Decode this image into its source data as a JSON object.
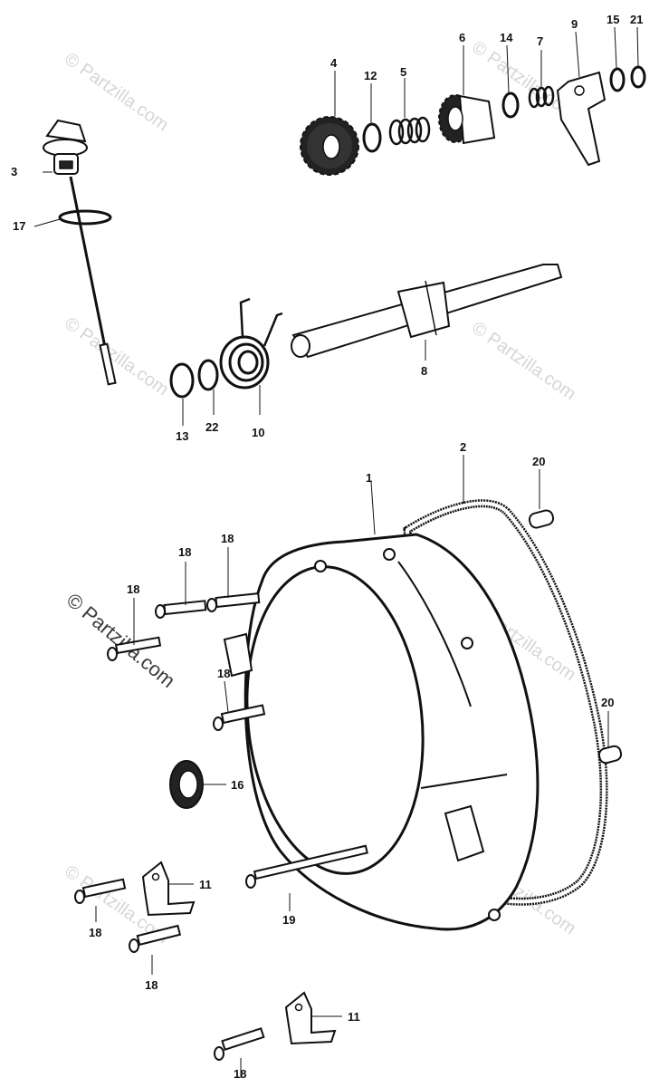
{
  "watermark": {
    "text": "© Partzilla.com"
  },
  "callouts": [
    {
      "id": "c1",
      "label": "1"
    },
    {
      "id": "c2",
      "label": "2"
    },
    {
      "id": "c3",
      "label": "3"
    },
    {
      "id": "c4",
      "label": "4"
    },
    {
      "id": "c5",
      "label": "5"
    },
    {
      "id": "c6",
      "label": "6"
    },
    {
      "id": "c7",
      "label": "7"
    },
    {
      "id": "c8",
      "label": "8"
    },
    {
      "id": "c9",
      "label": "9"
    },
    {
      "id": "c10",
      "label": "10"
    },
    {
      "id": "c11a",
      "label": "11"
    },
    {
      "id": "c11b",
      "label": "11"
    },
    {
      "id": "c12",
      "label": "12"
    },
    {
      "id": "c13",
      "label": "13"
    },
    {
      "id": "c14",
      "label": "14"
    },
    {
      "id": "c15",
      "label": "15"
    },
    {
      "id": "c16",
      "label": "16"
    },
    {
      "id": "c17",
      "label": "17"
    },
    {
      "id": "c18a",
      "label": "18"
    },
    {
      "id": "c18b",
      "label": "18"
    },
    {
      "id": "c18c",
      "label": "18"
    },
    {
      "id": "c18d",
      "label": "18"
    },
    {
      "id": "c18e",
      "label": "18"
    },
    {
      "id": "c18f",
      "label": "18"
    },
    {
      "id": "c18g",
      "label": "18"
    },
    {
      "id": "c19",
      "label": "19"
    },
    {
      "id": "c20a",
      "label": "20"
    },
    {
      "id": "c20b",
      "label": "20"
    },
    {
      "id": "c21",
      "label": "21"
    },
    {
      "id": "c22",
      "label": "22"
    }
  ]
}
